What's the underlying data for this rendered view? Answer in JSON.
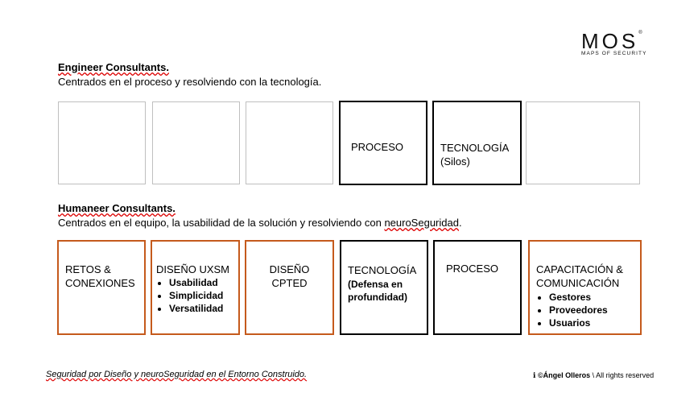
{
  "logo": {
    "mark": "MOS",
    "registered": "®",
    "subtitle": "MAPS OF SECURITY"
  },
  "engineer": {
    "title": "Engineer Consultants.",
    "subtitle": "Centrados en el proceso y resolviendo con la tecnología.",
    "boxes": [
      {
        "label": ""
      },
      {
        "label": ""
      },
      {
        "label": ""
      },
      {
        "label": "PROCESO"
      },
      {
        "label": "TECNOLOGÍA",
        "sub": "(Silos)"
      },
      {
        "label": ""
      }
    ]
  },
  "humaneer": {
    "title": "Humaneer Consultants.",
    "subtitle_pre": "Centrados en el equipo, la usabilidad de la solución y resolviendo con ",
    "subtitle_word": "neuroSeguridad",
    "subtitle_post": ".",
    "retos": {
      "line1": "RETOS &",
      "line2": "CONEXIONES"
    },
    "uxsm": {
      "label": "DISEÑO UXSM",
      "items": [
        "Usabilidad",
        "Simplicidad",
        "Versatilidad"
      ]
    },
    "cpted": {
      "line1": "DISEÑO",
      "line2": "CPTED"
    },
    "tecnologia": {
      "label": "TECNOLOGÍA",
      "sub1": "(Defensa en",
      "sub2": "profundidad)"
    },
    "proceso": {
      "label": "PROCESO"
    },
    "capacitacion": {
      "line1": "CAPACITACIÓN &",
      "line2": "COMUNICACIÓN",
      "items": [
        "Gestores",
        "Proveedores",
        "Usuarios"
      ]
    }
  },
  "footer": {
    "left": "Seguridad por Diseño y neuroSeguridad en el Entorno Construido.",
    "right_symbol": "ℹ︎",
    "right_name": "©Ángel Olleros",
    "right_sep": "\\",
    "right_rights": " All rights reserved"
  },
  "colors": {
    "accent_orange": "#c55a1c",
    "dark_border": "#000000",
    "light_border": "#bfbfbf"
  }
}
